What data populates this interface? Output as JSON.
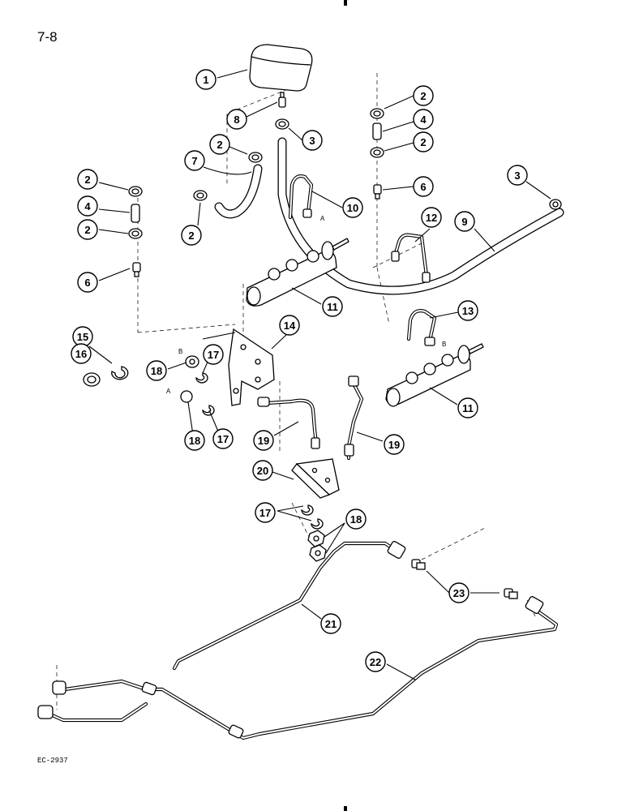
{
  "page": {
    "number": "7-8",
    "reference": "EC-2937"
  },
  "colors": {
    "ink": "#000000",
    "paper": "#ffffff"
  },
  "markers": {
    "a": "A",
    "b": "B"
  },
  "callouts": [
    {
      "name": "callout-1-reservoir",
      "label": "1"
    },
    {
      "name": "callout-8-fitting",
      "label": "8"
    },
    {
      "name": "callout-3-clip",
      "label": "3"
    },
    {
      "name": "callout-2-clip-upper-right-a",
      "label": "2"
    },
    {
      "name": "callout-4-hose-upper-right",
      "label": "4"
    },
    {
      "name": "callout-2-clip-upper-right-b",
      "label": "2"
    },
    {
      "name": "callout-6-fitting-right",
      "label": "6"
    },
    {
      "name": "callout-3-clip-far-right",
      "label": "3"
    },
    {
      "name": "callout-2-clip-center",
      "label": "2"
    },
    {
      "name": "callout-7-hose",
      "label": "7"
    },
    {
      "name": "callout-2-clip-left-a",
      "label": "2"
    },
    {
      "name": "callout-4-hose-left",
      "label": "4"
    },
    {
      "name": "callout-2-clip-left-b",
      "label": "2"
    },
    {
      "name": "callout-2-clip-lower-center",
      "label": "2"
    },
    {
      "name": "callout-10-pipe",
      "label": "10"
    },
    {
      "name": "callout-12-pipe",
      "label": "12"
    },
    {
      "name": "callout-9-hose",
      "label": "9"
    },
    {
      "name": "callout-6-fitting-left",
      "label": "6"
    },
    {
      "name": "callout-11-master-cylinder-upper",
      "label": "11"
    },
    {
      "name": "callout-13-pipe",
      "label": "13"
    },
    {
      "name": "callout-14-bracket",
      "label": "14"
    },
    {
      "name": "callout-15-clip",
      "label": "15"
    },
    {
      "name": "callout-16-nut",
      "label": "16"
    },
    {
      "name": "callout-17-clip-upper",
      "label": "17"
    },
    {
      "name": "callout-18-nut-upper",
      "label": "18"
    },
    {
      "name": "callout-18-nut-lower",
      "label": "18"
    },
    {
      "name": "callout-17-clip-lower",
      "label": "17"
    },
    {
      "name": "callout-11-master-cylinder-lower",
      "label": "11"
    },
    {
      "name": "callout-19-pipe-left",
      "label": "19"
    },
    {
      "name": "callout-19-pipe-right",
      "label": "19"
    },
    {
      "name": "callout-20-bracket",
      "label": "20"
    },
    {
      "name": "callout-17-clips",
      "label": "17"
    },
    {
      "name": "callout-18-nuts",
      "label": "18"
    },
    {
      "name": "callout-23-fitting",
      "label": "23"
    },
    {
      "name": "callout-21-pipe",
      "label": "21"
    },
    {
      "name": "callout-22-pipe",
      "label": "22"
    }
  ]
}
